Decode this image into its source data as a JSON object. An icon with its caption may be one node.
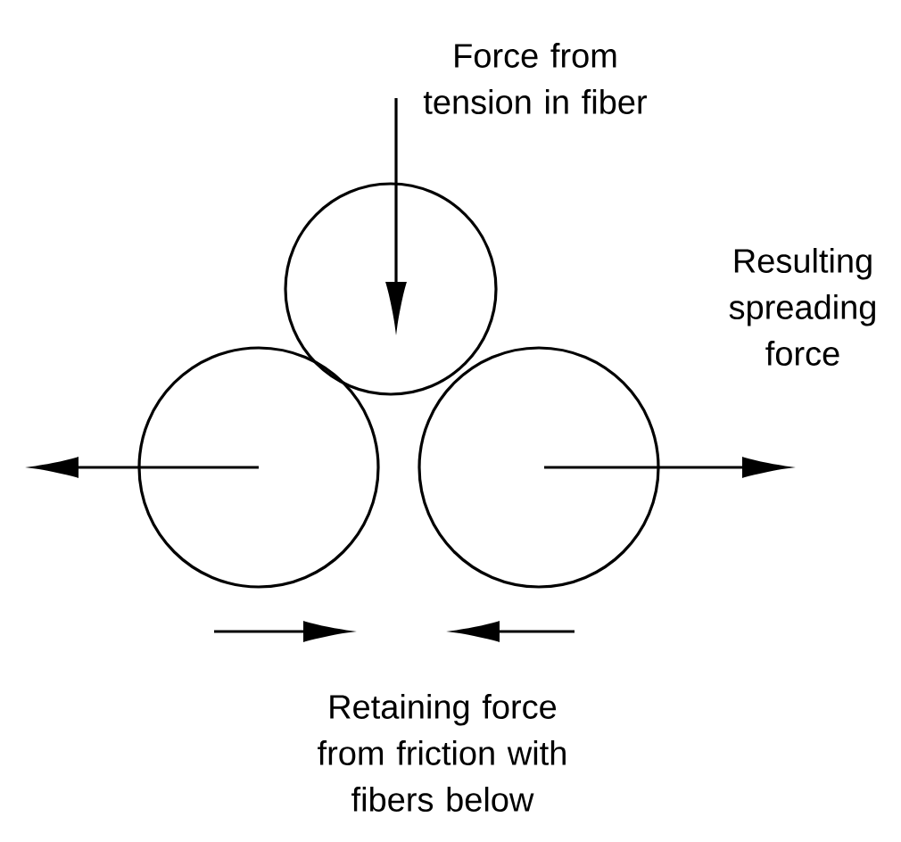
{
  "diagram": {
    "nodes": [
      {
        "text": [],
        "shape": "circle"
      },
      {
        "text": [],
        "shape": "circle"
      },
      {
        "text": [],
        "shape": "circle"
      }
    ],
    "labels": [
      "Force from tension in fiber",
      "Resulting spreading force",
      "Retaining force from friction with fibers below"
    ]
  }
}
